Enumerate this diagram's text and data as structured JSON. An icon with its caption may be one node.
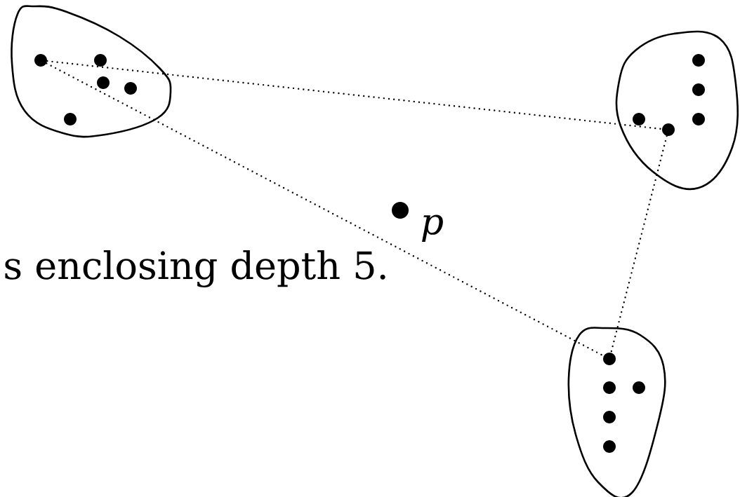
{
  "diagram": {
    "nodes": [
      {
        "text": [],
        "shape": "blob"
      },
      {
        "text": [],
        "shape": "circle",
        "in": 0
      },
      {
        "text": [],
        "shape": "circle",
        "in": 0
      },
      {
        "text": [],
        "shape": "circle",
        "in": 0
      },
      {
        "text": [],
        "shape": "circle",
        "in": 0
      },
      {
        "text": [],
        "shape": "circle",
        "in": 0
      },
      {
        "text": [],
        "shape": "blob"
      },
      {
        "text": [],
        "shape": "circle",
        "in": 6
      },
      {
        "text": [],
        "shape": "circle",
        "in": 6
      },
      {
        "text": [],
        "shape": "circle",
        "in": 6
      },
      {
        "text": [],
        "shape": "circle",
        "in": 6
      },
      {
        "text": [],
        "shape": "circle",
        "in": 6
      },
      {
        "text": [],
        "shape": "circle",
        "beside": [
          "*p*"
        ]
      },
      {
        "text": [],
        "shape": "blob"
      },
      {
        "text": [],
        "shape": "circle",
        "in": 13
      },
      {
        "text": [],
        "shape": "circle",
        "in": 13
      },
      {
        "text": [],
        "shape": "circle",
        "in": 13
      },
      {
        "text": [],
        "shape": "circle",
        "in": 13
      },
      {
        "text": [],
        "shape": "circle",
        "in": 13
      }
    ],
    "edges": [
      {
        "from": 1,
        "to": 11,
        "arrow": "none"
      },
      {
        "from": 1,
        "to": 14,
        "arrow": "none"
      },
      {
        "from": 11,
        "to": 14,
        "arrow": "none"
      }
    ],
    "labels": [
      "s enclosing depth 5."
    ]
  }
}
